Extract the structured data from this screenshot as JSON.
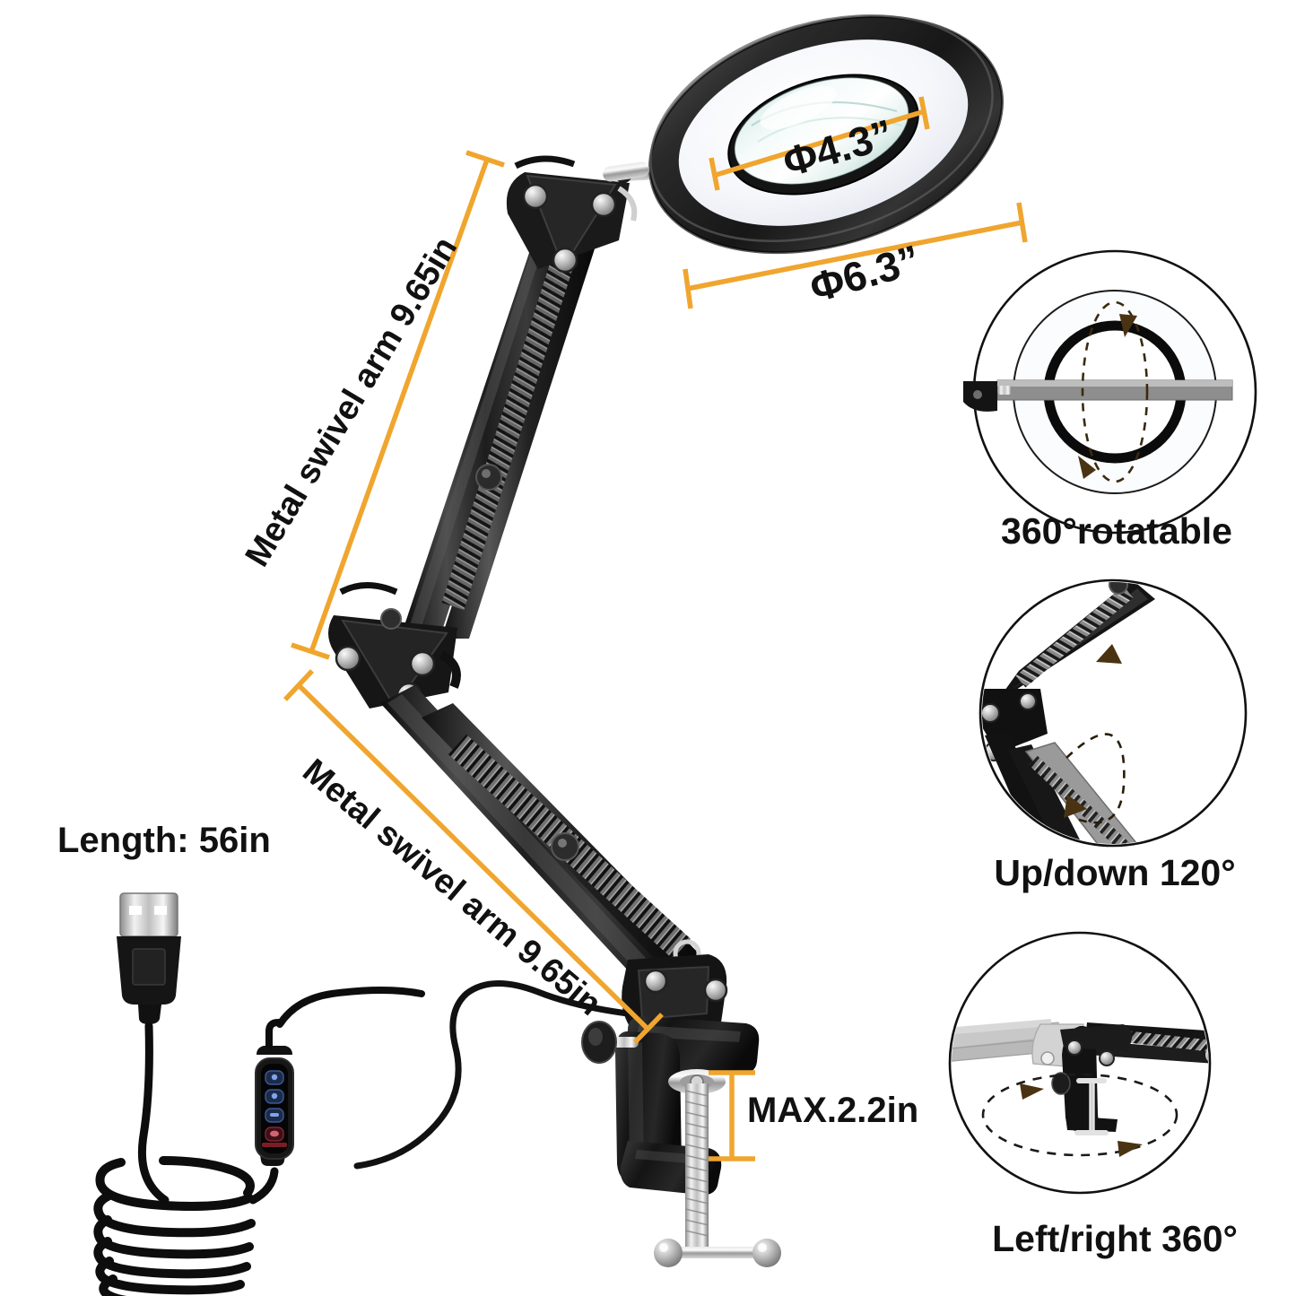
{
  "product": {
    "name": "clamp-on magnifying LED desk lamp",
    "accent_color": "#F0A52E",
    "body_color": "#1b1b1b"
  },
  "dimensions": {
    "lens_diameter": "Φ4.3”",
    "ring_diameter": "Φ6.3”",
    "upper_arm": "Metal swivel arm 9.65in",
    "lower_arm": "Metal swivel arm 9.65in",
    "cable_length": "Length: 56in",
    "clamp_capacity": "MAX.2.2in"
  },
  "callouts": [
    {
      "id": "rotate",
      "caption": "360°rotatable"
    },
    {
      "id": "updown",
      "caption": "Up/down 120°"
    },
    {
      "id": "leftright",
      "caption": "Left/right 360°"
    }
  ],
  "controller": {
    "button_count": 4,
    "buttons": [
      "brightness-up",
      "color-mode",
      "dim",
      "power"
    ]
  }
}
